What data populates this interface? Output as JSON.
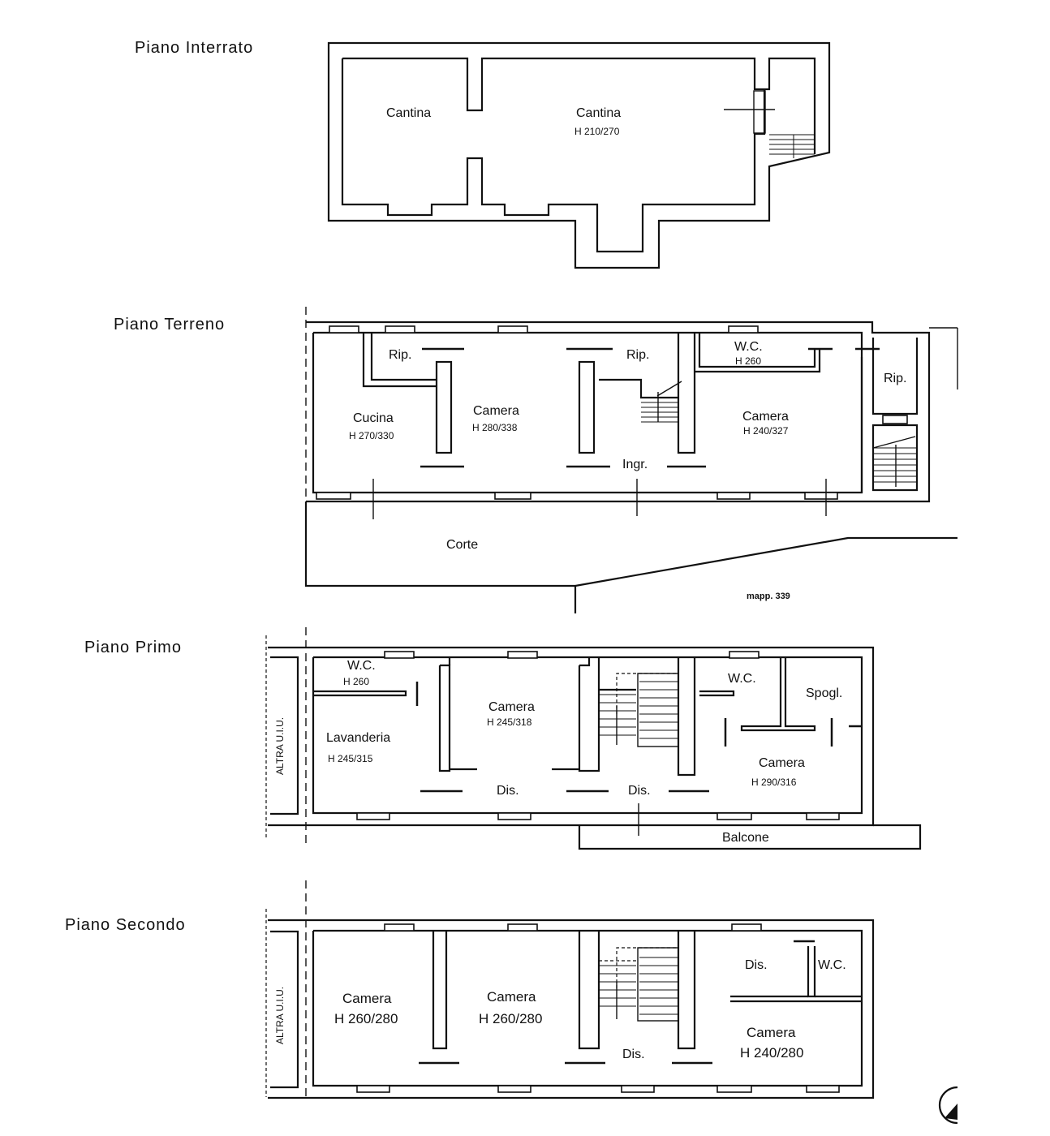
{
  "floors": {
    "interrato": {
      "title": "Piano  Interrato",
      "rooms": [
        {
          "label": "Cantina",
          "height": ""
        },
        {
          "label": "Cantina",
          "height": "H 210/270"
        }
      ]
    },
    "terreno": {
      "title": "Piano  Terreno",
      "rooms": [
        {
          "label": "Rip.",
          "height": ""
        },
        {
          "label": "Rip.",
          "height": ""
        },
        {
          "label": "W.C.",
          "height": "H 260"
        },
        {
          "label": "Rip.",
          "height": ""
        },
        {
          "label": "Cucina",
          "height": "H 270/330"
        },
        {
          "label": "Camera",
          "height": "H 280/338"
        },
        {
          "label": "Camera",
          "height": "H 240/327"
        },
        {
          "label": "Ingr.",
          "height": ""
        },
        {
          "label": "Corte",
          "height": ""
        }
      ],
      "parcel": "mapp. 339"
    },
    "primo": {
      "title": "Piano  Primo",
      "rooms": [
        {
          "label": "W.C.",
          "height": "H 260"
        },
        {
          "label": "Camera",
          "height": "H 245/318"
        },
        {
          "label": "W.C.",
          "height": ""
        },
        {
          "label": "Spogl.",
          "height": ""
        },
        {
          "label": "Lavanderia",
          "height": "H 245/315"
        },
        {
          "label": "Camera",
          "height": "H 290/316"
        },
        {
          "label": "Dis.",
          "height": ""
        },
        {
          "label": "Dis.",
          "height": ""
        },
        {
          "label": "Balcone",
          "height": ""
        }
      ],
      "side_label": "ALTRA U.I.U."
    },
    "secondo": {
      "title": "Piano  Secondo",
      "rooms": [
        {
          "label": "Camera",
          "height": "H 260/280"
        },
        {
          "label": "Camera",
          "height": "H 260/280"
        },
        {
          "label": "Dis.",
          "height": ""
        },
        {
          "label": "W.C.",
          "height": ""
        },
        {
          "label": "Camera",
          "height": "H 240/280"
        },
        {
          "label": "Dis.",
          "height": ""
        }
      ],
      "side_label": "ALTRA U.I.U."
    }
  }
}
